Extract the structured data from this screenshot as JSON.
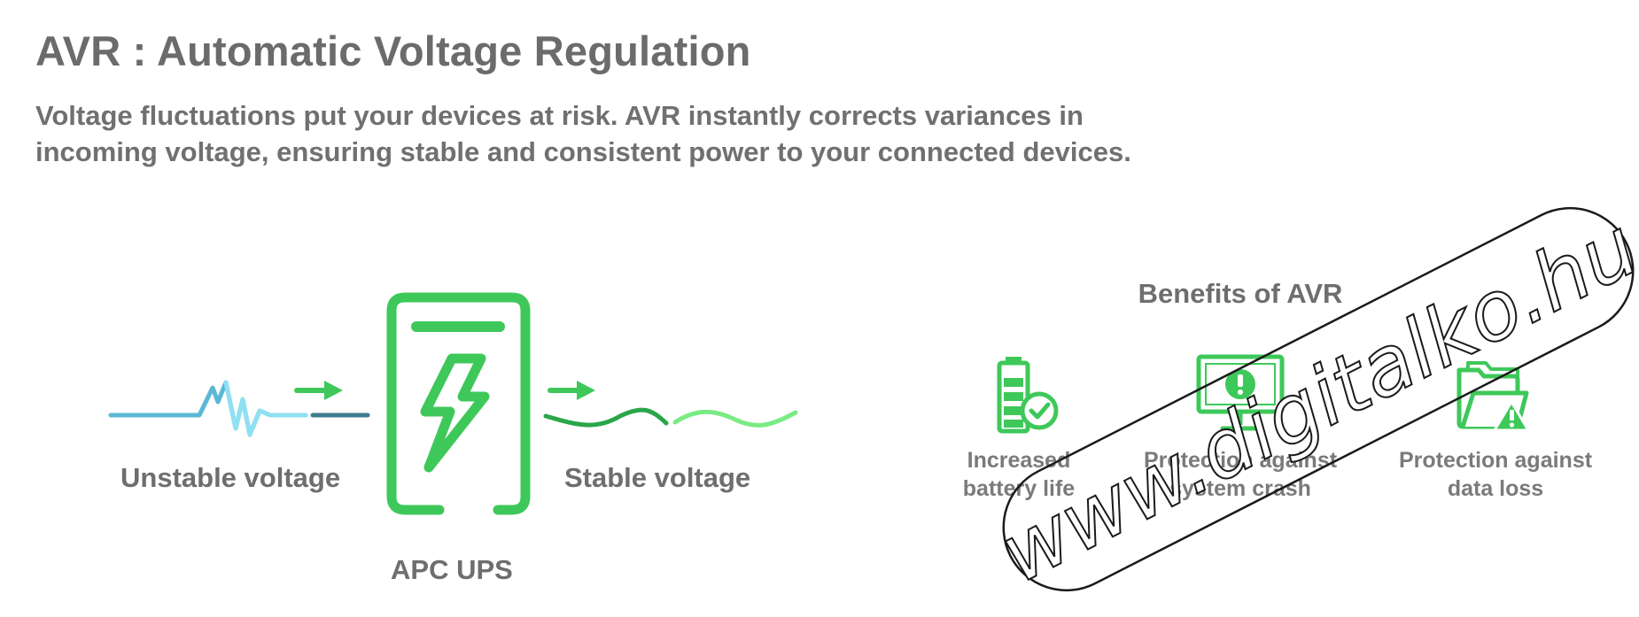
{
  "header": {
    "title": "AVR : Automatic Voltage Regulation",
    "description_line1": "Voltage fluctuations put your devices at risk. AVR instantly corrects variances in",
    "description_line2": "incoming voltage, ensuring stable and consistent power to your connected devices."
  },
  "diagram": {
    "input_label": "Unstable voltage",
    "device_label": "APC UPS",
    "output_label": "Stable voltage"
  },
  "benefits": {
    "title": "Benefits of AVR",
    "items": [
      {
        "line1": "Increased",
        "line2": "battery life",
        "icon": "battery-check-icon"
      },
      {
        "line1": "Protection against",
        "line2": "system crash",
        "icon": "monitor-warning-icon"
      },
      {
        "line1": "Protection against",
        "line2": "data loss",
        "icon": "folder-warning-icon"
      }
    ]
  },
  "watermark": {
    "text": "www.digitalko.hu"
  },
  "colors": {
    "green": "#3ec85a",
    "light_green": "#7aeb84",
    "dark_green": "#2aa64a",
    "light_blue": "#7fd8ee",
    "blue": "#5bb8d4",
    "dark_blue": "#3d7c8f",
    "text_gray": "#6b6b6b"
  }
}
